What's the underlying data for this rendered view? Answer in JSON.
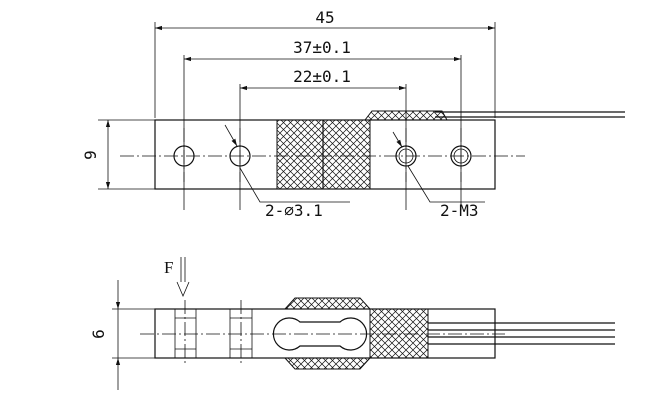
{
  "dimensions": {
    "overall_length": "45",
    "hole_spacing_outer": "37±0.1",
    "hole_spacing_inner": "22±0.1",
    "height_top_view": "9",
    "thickness_side_view": "6"
  },
  "callouts": {
    "through_holes": "2-∅3.1",
    "threaded_holes": "2-M3"
  },
  "force_label": "F"
}
